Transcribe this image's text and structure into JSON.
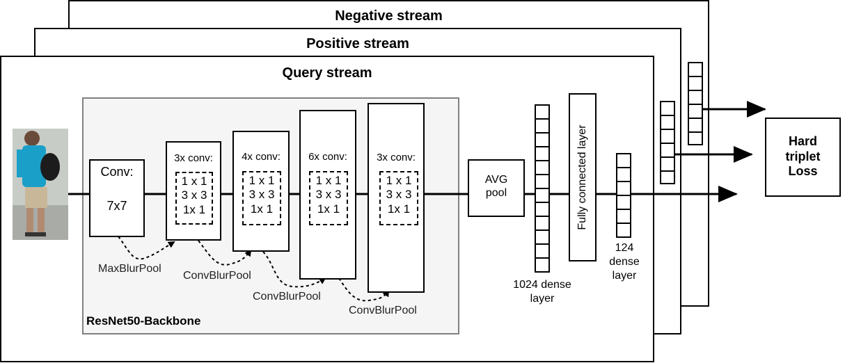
{
  "streams": {
    "negative": "Negative stream",
    "positive": "Positive stream",
    "query": "Query stream"
  },
  "backbone": {
    "label": "ResNet50-Backbone",
    "conv1": {
      "title": "Conv:",
      "kernel": "7x7"
    },
    "stages": [
      {
        "title": "3x conv:",
        "lines": [
          "1 x 1",
          "3 x 3",
          "1x 1"
        ]
      },
      {
        "title": "4x conv:",
        "lines": [
          "1 x 1",
          "3 x 3",
          "1x 1"
        ]
      },
      {
        "title": "6x conv:",
        "lines": [
          "1 x 1",
          "3 x 3",
          "1x 1"
        ]
      },
      {
        "title": "3x conv:",
        "lines": [
          "1 x 1",
          "3 x 3",
          "1x 1"
        ]
      }
    ],
    "pool_labels": [
      "MaxBlurPool",
      "ConvBlurPool",
      "ConvBlurPool",
      "ConvBlurPool"
    ]
  },
  "avg_pool": {
    "line1": "AVG",
    "line2": "pool"
  },
  "dense1024": {
    "line1": "1024 dense",
    "line2": "layer"
  },
  "fc": {
    "label": "Fully connected layer"
  },
  "dense124": {
    "line1": "124",
    "line2": "dense",
    "line3": "layer"
  },
  "loss": {
    "line1": "Hard",
    "line2": "triplet",
    "line3": "Loss"
  },
  "colors": {
    "line": "#000000",
    "backbone_fill": "#f5f5f5",
    "backbone_border": "#808080"
  }
}
